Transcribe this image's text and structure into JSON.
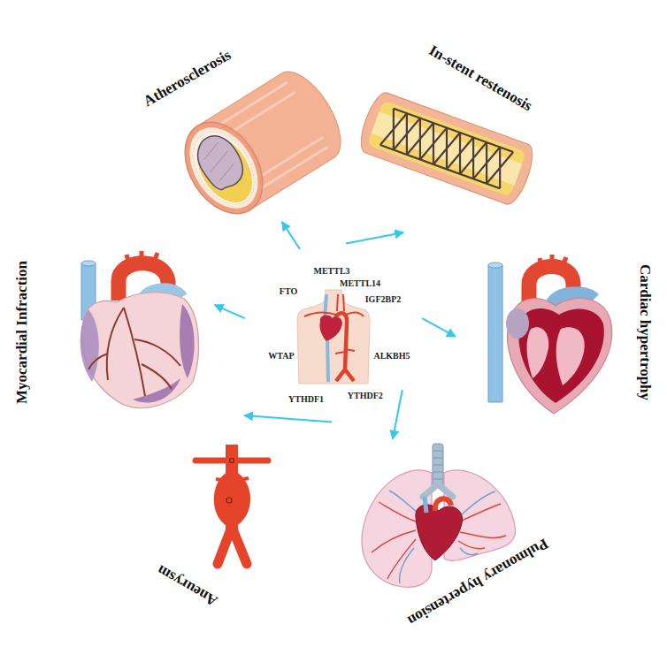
{
  "diagram": {
    "nodes": [
      {
        "text": [
          "METTL3",
          "METTL14",
          "FTO",
          "IGF2BP2",
          "WTAP",
          "ALKBH5",
          "YTHDF1",
          "YTHDF2"
        ]
      },
      {
        "text": [
          "Atherosclerosis"
        ]
      },
      {
        "text": [
          "In-stent restenosis"
        ]
      },
      {
        "text": [
          "Cardiac hypertrophy"
        ]
      },
      {
        "text": [
          "Pulmonary hypertension"
        ]
      },
      {
        "text": [
          "Aneurysm"
        ]
      },
      {
        "text": [
          "Myocardial Infraction"
        ]
      }
    ],
    "edges": [
      {
        "from": 0,
        "to": 1,
        "arrow": "to"
      },
      {
        "from": 0,
        "to": 2,
        "arrow": "to"
      },
      {
        "from": 0,
        "to": 3,
        "arrow": "to"
      },
      {
        "from": 0,
        "to": 4,
        "arrow": "to"
      },
      {
        "from": 0,
        "to": 5,
        "arrow": "to"
      },
      {
        "from": 0,
        "to": 6,
        "arrow": "to"
      }
    ]
  }
}
